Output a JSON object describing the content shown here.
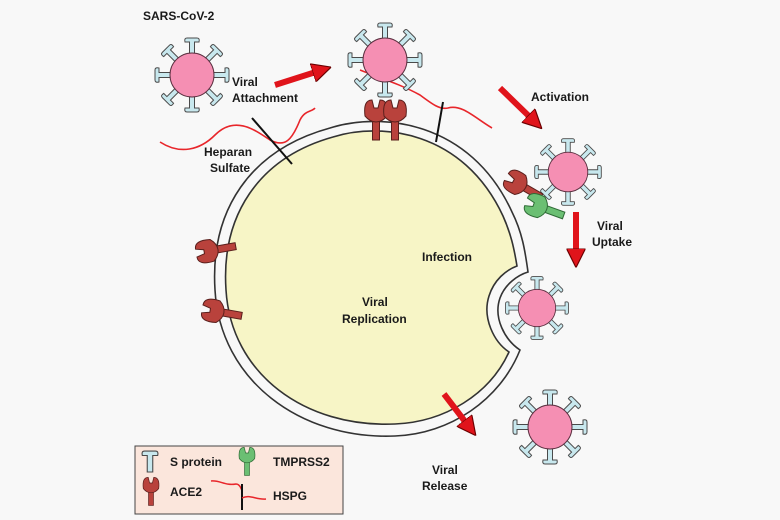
{
  "title": "SARS-CoV-2",
  "labels": {
    "viral_attachment": [
      "Viral",
      "Attachment"
    ],
    "heparan_sulfate": [
      "Heparan",
      "Sulfate"
    ],
    "activation": "Activation",
    "viral_uptake": [
      "Viral",
      "Uptake"
    ],
    "infection": "Infection",
    "viral_replication": [
      "Viral",
      "Replication"
    ],
    "viral_release": [
      "Viral",
      "Release"
    ]
  },
  "legend": {
    "s_protein": "S protein",
    "tmprss2": "TMPRSS2",
    "ace2": "ACE2",
    "hspg": "HSPG"
  },
  "colors": {
    "background": "#f8f8f8",
    "cell_fill": "#f7f5c6",
    "virus_core": "#f58fb3",
    "spike": "#c8e8ee",
    "ace2": "#b9423c",
    "tmprss2": "#6bbf73",
    "arrow": "#e0141b",
    "heparan": "#e8262b",
    "legend_bg": "#fbe6dc"
  }
}
